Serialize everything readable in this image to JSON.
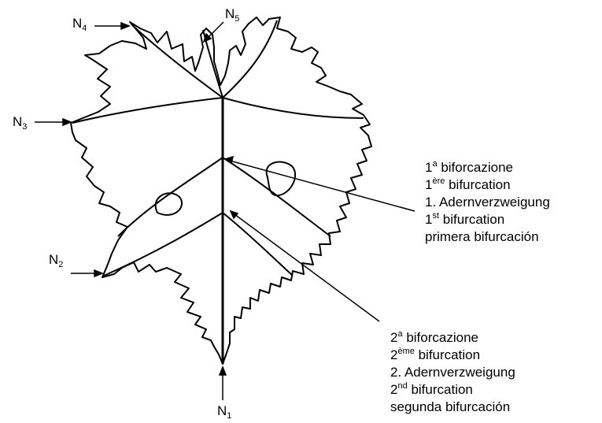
{
  "nodes": [
    {
      "id": "n1",
      "base": "N",
      "sub": "1"
    },
    {
      "id": "n2",
      "base": "N",
      "sub": "2"
    },
    {
      "id": "n3",
      "base": "N",
      "sub": "3"
    },
    {
      "id": "n4",
      "base": "N",
      "sub": "4"
    },
    {
      "id": "n5",
      "base": "N",
      "sub": "5"
    }
  ],
  "first_bifurcation": [
    {
      "num": "1",
      "sup": "a",
      "text": " biforcazione"
    },
    {
      "num": "1",
      "sup": "ère",
      "text": " bifurcation"
    },
    {
      "num": "",
      "sup": "",
      "text": "1. Adernverzweigung"
    },
    {
      "num": "1",
      "sup": "st",
      "text": " bifurcation"
    },
    {
      "num": "",
      "sup": "",
      "text": "primera bifurcación"
    }
  ],
  "second_bifurcation": [
    {
      "num": "2",
      "sup": "a",
      "text": " biforcazione"
    },
    {
      "num": "2",
      "sup": "ème",
      "text": " bifurcation"
    },
    {
      "num": "",
      "sup": "",
      "text": "2. Adernverzweigung"
    },
    {
      "num": "2",
      "sup": "nd",
      "text": " bifurcation"
    },
    {
      "num": "",
      "sup": "",
      "text": "segunda bifurcación"
    }
  ],
  "colors": {
    "line": "#000000",
    "background": "#ffffff"
  }
}
